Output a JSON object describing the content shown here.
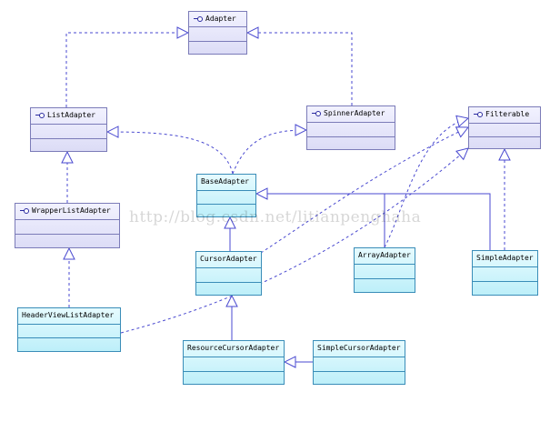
{
  "diagram": {
    "interfaces": {
      "adapter": "Adapter",
      "list_adapter": "ListAdapter",
      "spinner_adapter": "SpinnerAdapter",
      "filterable": "Filterable",
      "wrapper_list_adapter": "WrapperListAdapter"
    },
    "classes": {
      "base_adapter": "BaseAdapter",
      "cursor_adapter": "CursorAdapter",
      "array_adapter": "ArrayAdapter",
      "simple_adapter": "SimpleAdapter",
      "header_view_list_adapter": "HeaderViewListAdapter",
      "resource_cursor_adapter": "ResourceCursorAdapter",
      "simple_cursor_adapter": "SimpleCursorAdapter"
    },
    "icons": {
      "interface_marker": "lollipop-interface-icon"
    }
  },
  "watermark": "http://blog.csdn.net/litianpenghaha",
  "colors": {
    "interface_fill": "#dcdcf6",
    "interface_border": "#7b7bb8",
    "class_fill": "#bdeff9",
    "class_border": "#3a8db8",
    "connector": "#4a4ad0"
  }
}
